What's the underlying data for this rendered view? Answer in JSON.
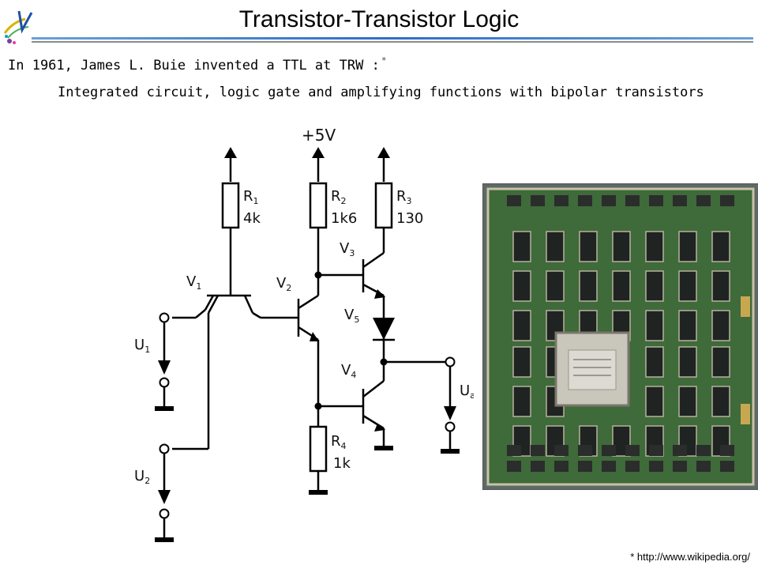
{
  "slide": {
    "title": "Transistor-Transistor Logic",
    "line1": "In 1961, James L. Buie invented a TTL at TRW :",
    "line1_mark": "*",
    "line2": "Integrated circuit, logic gate and amplifying functions with bipolar transistors",
    "footnote": "* http://www.wikipedia.org/"
  },
  "circuit": {
    "supply": "+5V",
    "r1_name": "R",
    "r1_sub": "1",
    "r1_value": "4k",
    "r2_name": "R",
    "r2_sub": "2",
    "r2_value": "1k6",
    "r3_name": "R",
    "r3_sub": "3",
    "r3_value": "130",
    "r4_name": "R",
    "r4_sub": "4",
    "r4_value": "1k",
    "v1_name": "V",
    "v1_sub": "1",
    "v2_name": "V",
    "v2_sub": "2",
    "v3_name": "V",
    "v3_sub": "3",
    "v4_name": "V",
    "v4_sub": "4",
    "v5_name": "V",
    "v5_sub": "5",
    "u1_name": "U",
    "u1_sub": "1",
    "u2_name": "U",
    "u2_sub": "2",
    "ua_name": "U",
    "ua_sub": "a"
  },
  "photo": {
    "chip_label": ""
  },
  "colors": {
    "rule_blue": "#2c6fc2",
    "rule_grey": "#8a8a8a",
    "pcb_green": "#3f6a3a"
  }
}
